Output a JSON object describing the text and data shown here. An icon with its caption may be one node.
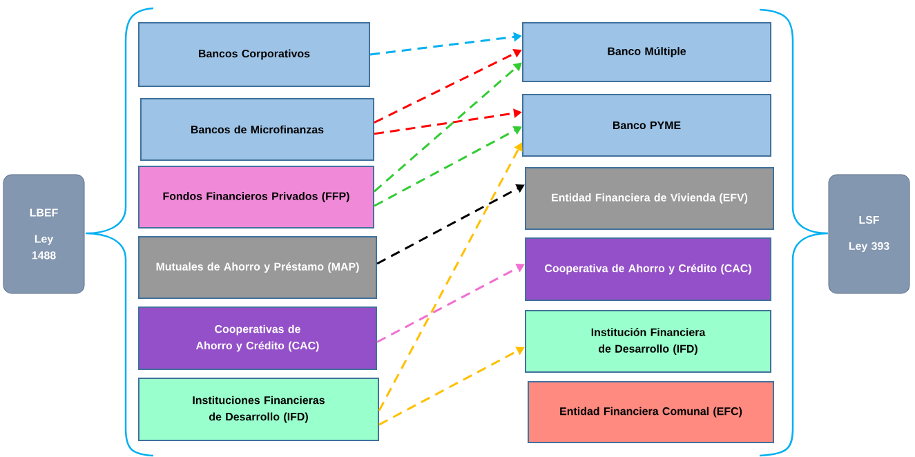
{
  "diagram": {
    "nodes": [
      {
        "text": [
          "LBEF",
          "Ley 1488"
        ]
      },
      {
        "text": [
          "Bancos Corporativos"
        ]
      },
      {
        "text": [
          "Bancos de Microfinanzas"
        ]
      },
      {
        "text": [
          "Fondos Financieros Privados (FFP)"
        ]
      },
      {
        "text": [
          "Mutuales de Ahorro y Préstamo (MAP)"
        ]
      },
      {
        "text": [
          "Cooperativas de Ahorro y Crédito (CAC)"
        ]
      },
      {
        "text": [
          "Instituciones Financieras de Desarrollo (IFD)"
        ]
      },
      {
        "text": [
          "Banco Múltiple"
        ]
      },
      {
        "text": [
          "Banco PYME"
        ]
      },
      {
        "text": [
          "Entidad Financiera de Vivienda (EFV)"
        ]
      },
      {
        "text": [
          "Cooperativa de Ahorro y Crédito (CAC)"
        ]
      },
      {
        "text": [
          "Institución Financiera de Desarrollo (IFD)"
        ]
      },
      {
        "text": [
          "Entidad Financiera Comunal (EFC)"
        ]
      },
      {
        "text": [
          "LSF",
          "Ley 393"
        ]
      }
    ],
    "edges": [
      {
        "from": 1,
        "to": 7,
        "arrow": "to",
        "style": "dashed",
        "color": "#00b0f0"
      },
      {
        "from": 2,
        "to": 7,
        "arrow": "to",
        "style": "dashed",
        "color": "#ff0000"
      },
      {
        "from": 2,
        "to": 8,
        "arrow": "to",
        "style": "dashed",
        "color": "#ff0000"
      },
      {
        "from": 3,
        "to": 7,
        "arrow": "to",
        "style": "dashed",
        "color": "#33cc33"
      },
      {
        "from": 3,
        "to": 8,
        "arrow": "to",
        "style": "dashed",
        "color": "#33cc33"
      },
      {
        "from": 4,
        "to": 9,
        "arrow": "to",
        "style": "dashed",
        "color": "#000000"
      },
      {
        "from": 5,
        "to": 10,
        "arrow": "to",
        "style": "dashed",
        "color": "#f070d0"
      },
      {
        "from": 6,
        "to": 8,
        "arrow": "to",
        "style": "dashed",
        "color": "#ffc000"
      },
      {
        "from": 6,
        "to": 11,
        "arrow": "to",
        "style": "dashed",
        "color": "#ffc000"
      }
    ]
  }
}
